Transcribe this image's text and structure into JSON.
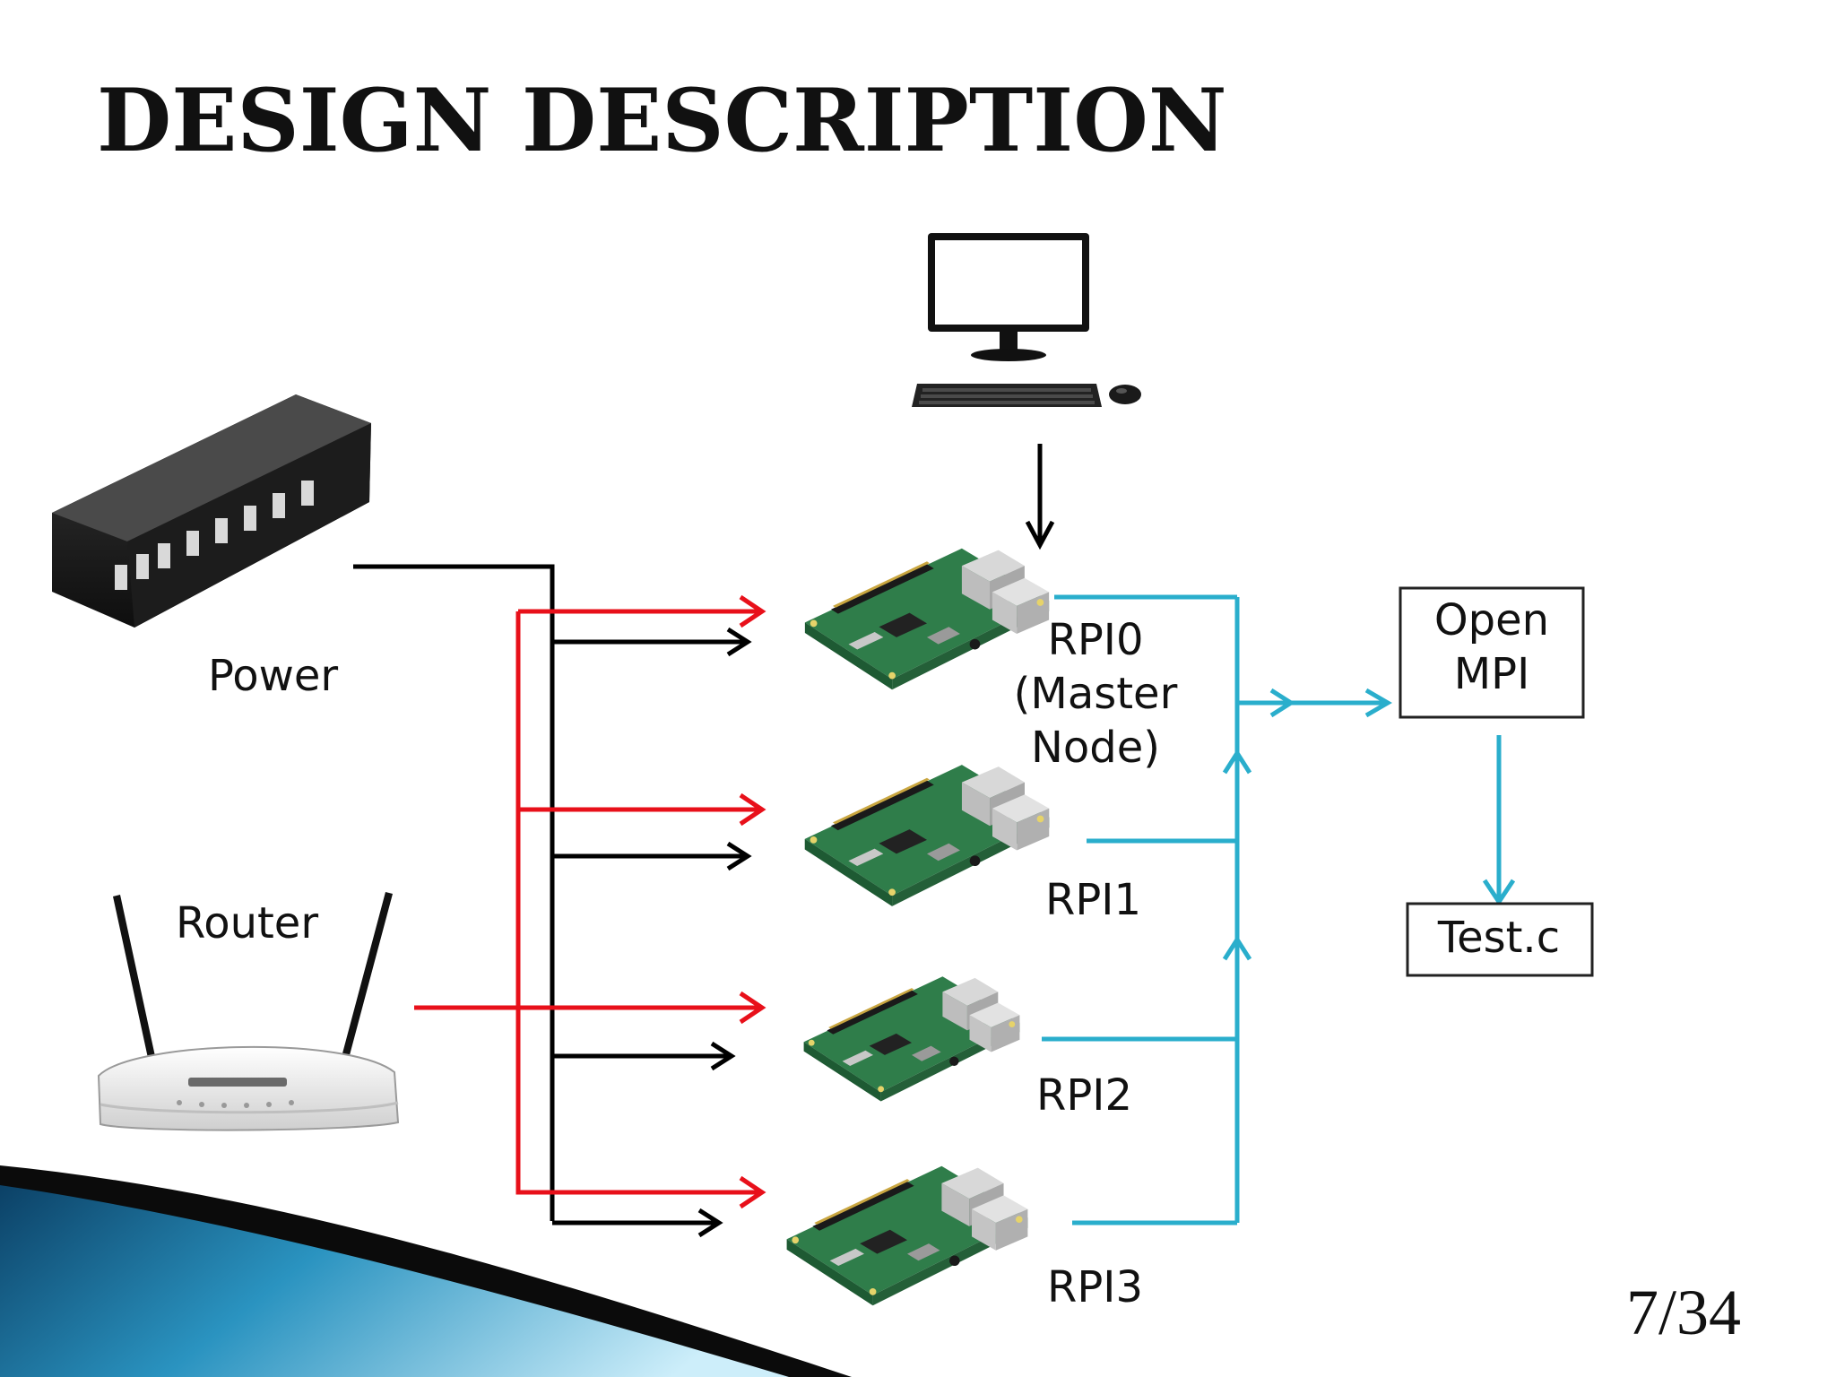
{
  "slide": {
    "title": "DESIGN DESCRIPTION",
    "page_number": "7/34"
  },
  "labels": {
    "power": "Power",
    "router": "Router",
    "rpi0_line1": "RPI0",
    "rpi0_line2": "(Master",
    "rpi0_line3": "Node)",
    "rpi1": "RPI1",
    "rpi2": "RPI2",
    "rpi3": "RPI3",
    "openmpi_line1": "Open",
    "openmpi_line2": "MPI",
    "testc": "Test.c"
  },
  "icons": [
    "usb-power-hub-icon",
    "wifi-router-icon",
    "desktop-computer-icon",
    "raspberry-pi-board-icon"
  ],
  "colors": {
    "power_line": "#000000",
    "network_line": "#e8101a",
    "mpi_line": "#2aaecc",
    "accent_wave_dark": "#0a3d62",
    "accent_wave_light": "#5ec8e6"
  }
}
